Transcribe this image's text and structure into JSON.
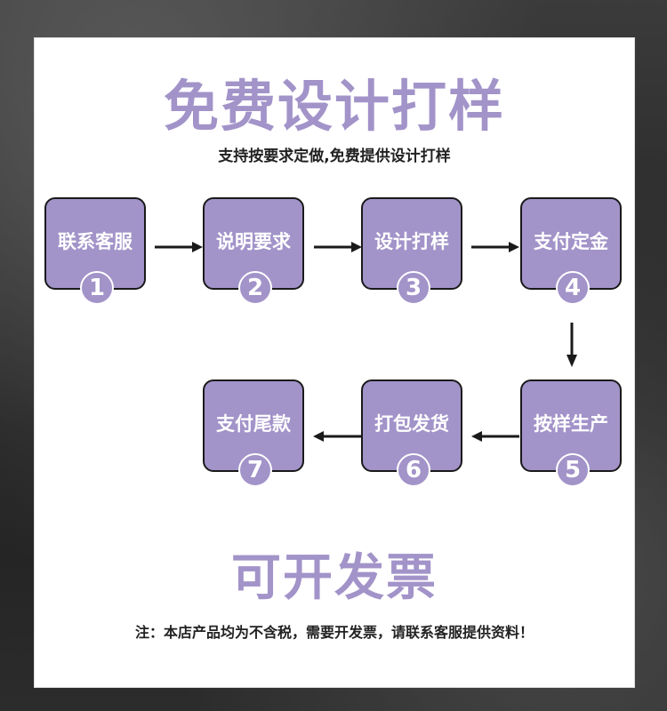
{
  "title": "免费设计打样",
  "subtitle": "支持按要求定做,免费提供设计打样",
  "steps": [
    {
      "label": "联系客服",
      "number": "1"
    },
    {
      "label": "说明要求",
      "number": "2"
    },
    {
      "label": "设计打样",
      "number": "3"
    },
    {
      "label": "支付定金",
      "number": "4"
    },
    {
      "label": "按样生产",
      "number": "5"
    },
    {
      "label": "打包发货",
      "number": "6"
    },
    {
      "label": "支付尾款",
      "number": "7"
    }
  ],
  "invoice": {
    "title": "可开发票",
    "note": "注：本店产品均为不含税，需要开发票，请联系客服提供资料！"
  },
  "colors": {
    "accent": "#a293c9",
    "border": "#1a1a1a",
    "text": "#222222"
  },
  "icons": {
    "arrow": "arrow-icon"
  }
}
